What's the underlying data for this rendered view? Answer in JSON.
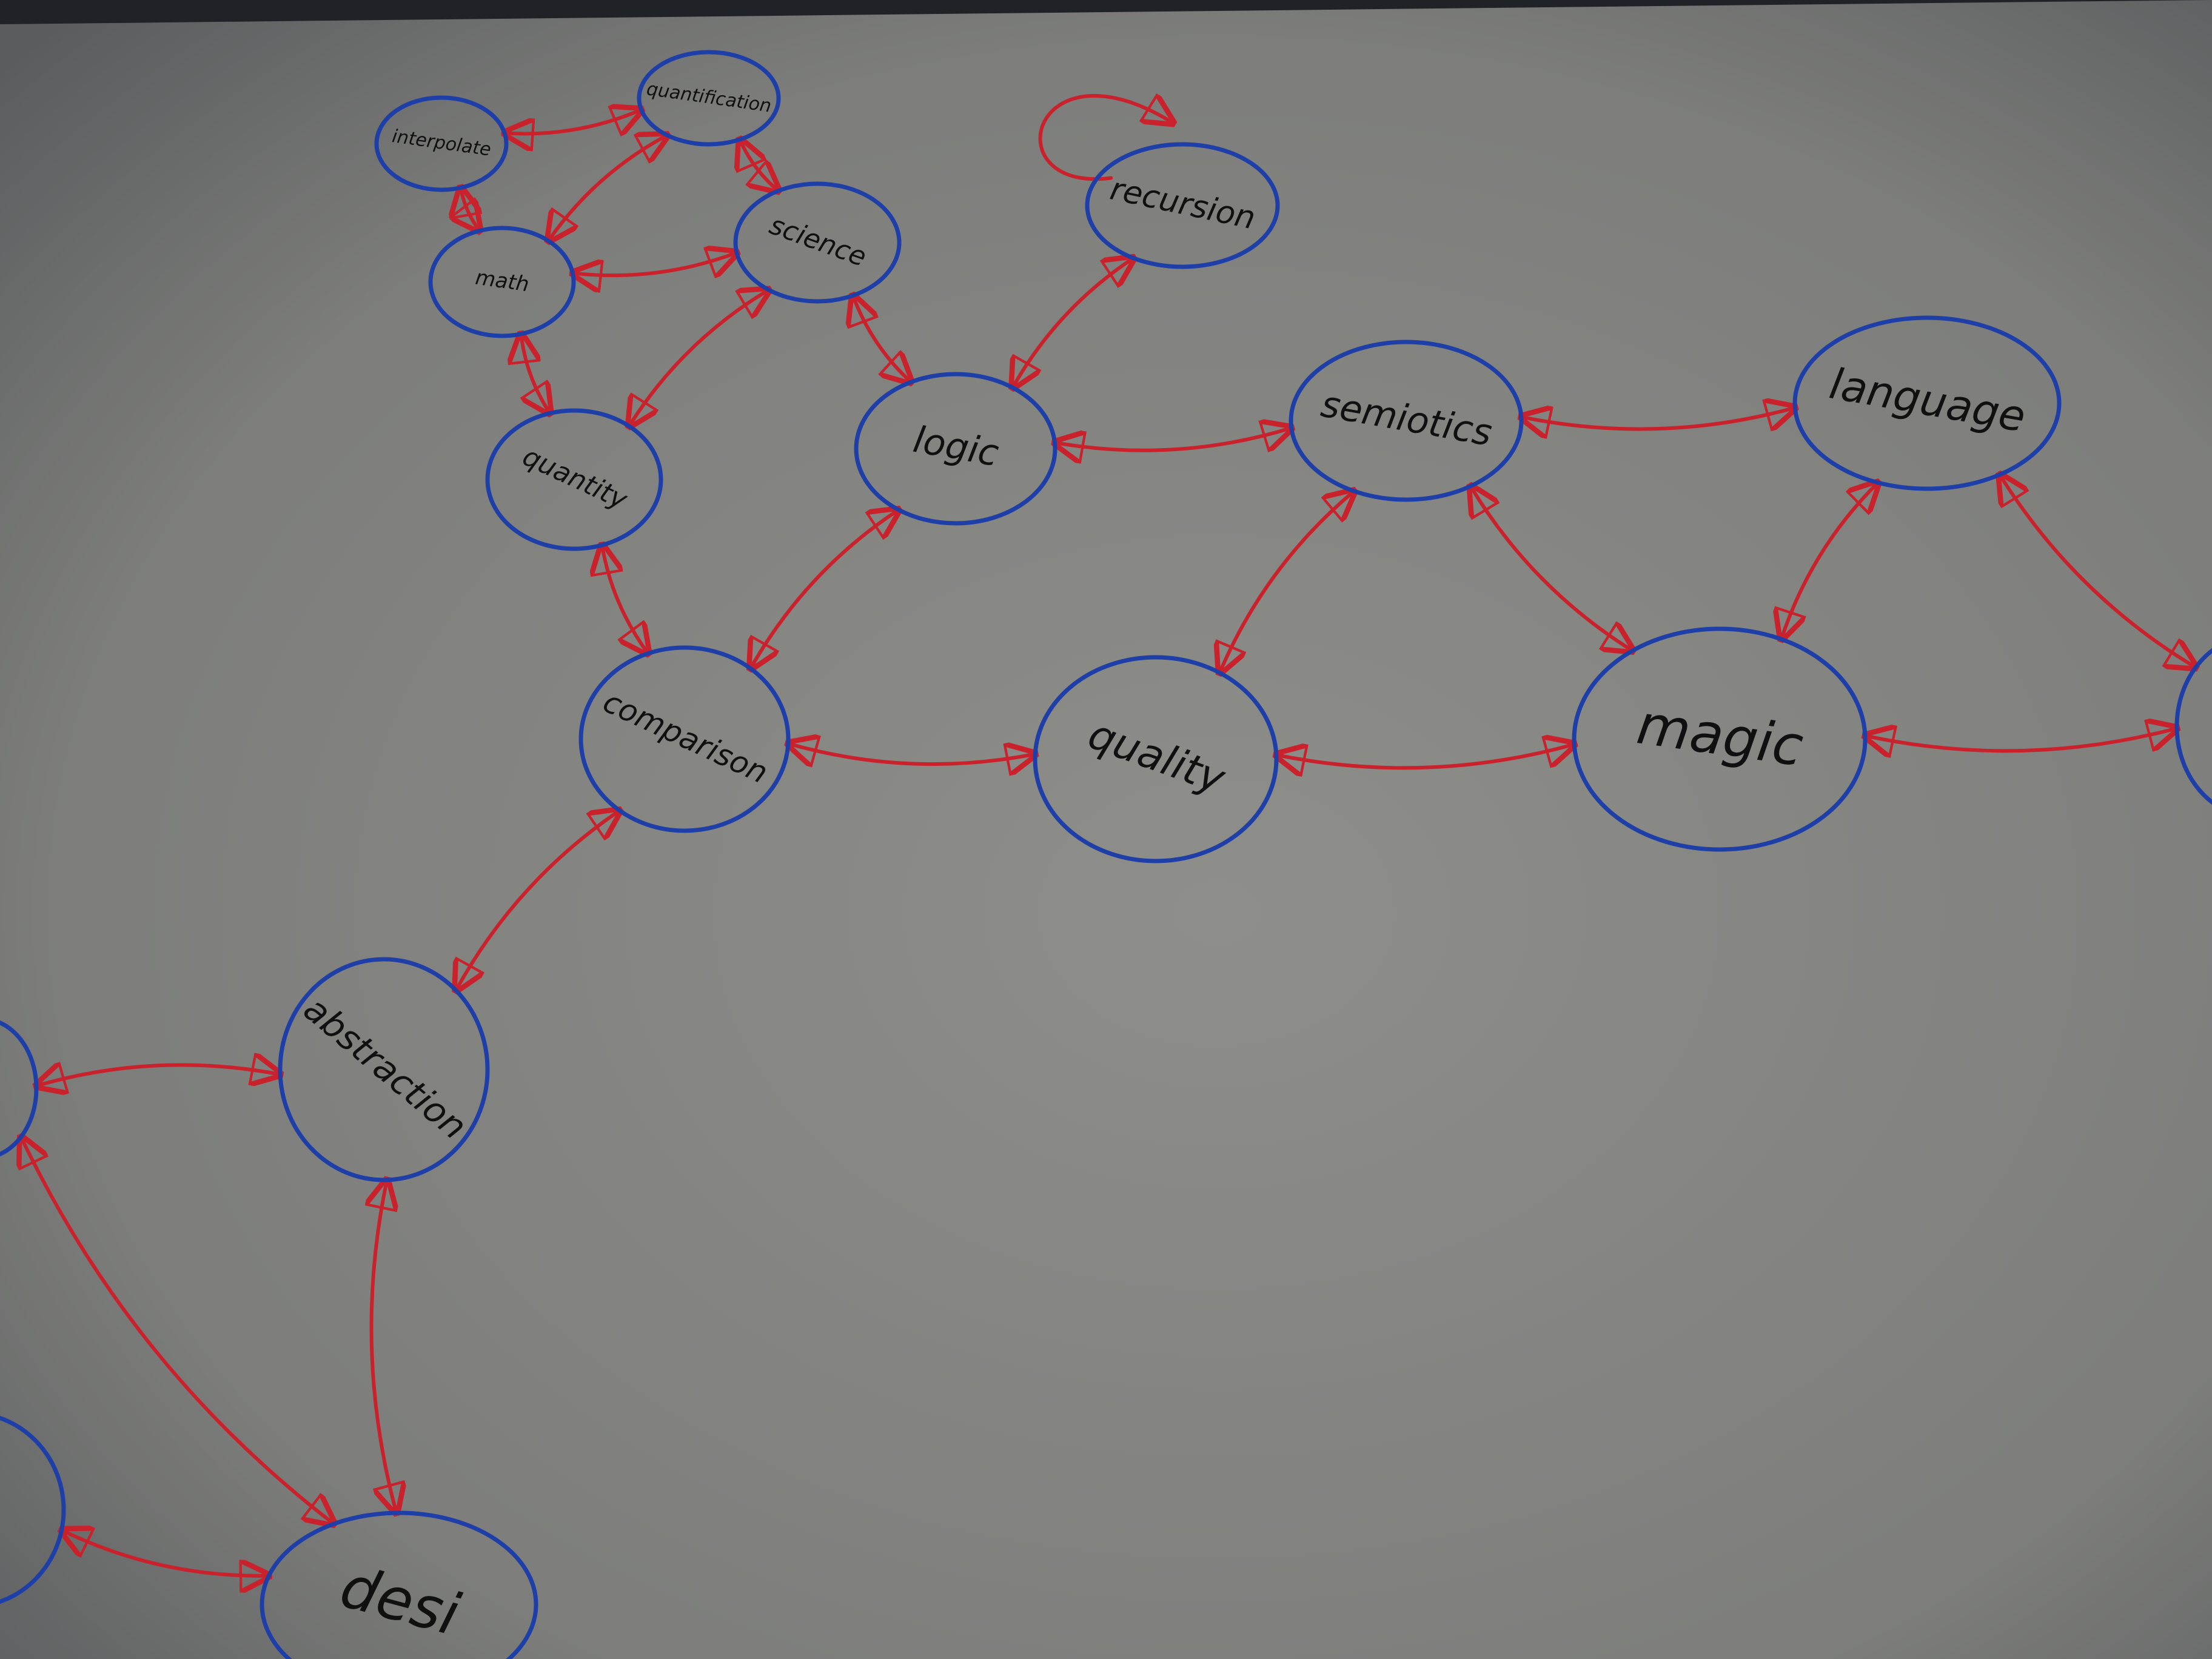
{
  "colors": {
    "paper": "#8b8b87",
    "paper_shadow": "#55585a",
    "background": "#1f2226",
    "node_outline": "#1f3fa8",
    "arrow": "#c9222c",
    "label_ink": "#101010"
  },
  "nodes": [
    {
      "id": "interpolate",
      "label": "interpolate"
    },
    {
      "id": "quantification",
      "label": "quantification"
    },
    {
      "id": "math",
      "label": "math"
    },
    {
      "id": "science",
      "label": "science"
    },
    {
      "id": "quantity",
      "label": "quantity"
    },
    {
      "id": "recursion",
      "label": "recursion"
    },
    {
      "id": "logic",
      "label": "logic"
    },
    {
      "id": "semiotics",
      "label": "semiotics"
    },
    {
      "id": "language",
      "label": "language"
    },
    {
      "id": "comparison",
      "label": "comparison"
    },
    {
      "id": "quality",
      "label": "quality"
    },
    {
      "id": "magic",
      "label": "magic"
    },
    {
      "id": "abstraction",
      "label": "abstraction"
    },
    {
      "id": "desire",
      "label": "desi"
    },
    {
      "id": "offscreen-left-1",
      "label": ""
    },
    {
      "id": "offscreen-left-2",
      "label": ""
    },
    {
      "id": "offscreen-right",
      "label": ""
    }
  ],
  "edges": [
    {
      "from": "interpolate",
      "to": "quantification",
      "type": "bidirectional"
    },
    {
      "from": "interpolate",
      "to": "math",
      "type": "bidirectional"
    },
    {
      "from": "quantification",
      "to": "math",
      "type": "bidirectional"
    },
    {
      "from": "quantification",
      "to": "science",
      "type": "bidirectional"
    },
    {
      "from": "math",
      "to": "science",
      "type": "bidirectional"
    },
    {
      "from": "math",
      "to": "quantity",
      "type": "bidirectional"
    },
    {
      "from": "science",
      "to": "quantity",
      "type": "bidirectional"
    },
    {
      "from": "science",
      "to": "logic",
      "type": "bidirectional"
    },
    {
      "from": "recursion",
      "to": "recursion",
      "type": "self-loop"
    },
    {
      "from": "recursion",
      "to": "logic",
      "type": "bidirectional"
    },
    {
      "from": "logic",
      "to": "semiotics",
      "type": "bidirectional"
    },
    {
      "from": "semiotics",
      "to": "language",
      "type": "bidirectional"
    },
    {
      "from": "quantity",
      "to": "comparison",
      "type": "bidirectional"
    },
    {
      "from": "logic",
      "to": "comparison",
      "type": "bidirectional"
    },
    {
      "from": "semiotics",
      "to": "quality",
      "type": "bidirectional"
    },
    {
      "from": "semiotics",
      "to": "magic",
      "type": "bidirectional"
    },
    {
      "from": "language",
      "to": "magic",
      "type": "bidirectional"
    },
    {
      "from": "comparison",
      "to": "quality",
      "type": "bidirectional"
    },
    {
      "from": "quality",
      "to": "magic",
      "type": "bidirectional"
    },
    {
      "from": "magic",
      "to": "offscreen-right",
      "type": "bidirectional"
    },
    {
      "from": "language",
      "to": "offscreen-right",
      "type": "bidirectional"
    },
    {
      "from": "comparison",
      "to": "abstraction",
      "type": "bidirectional"
    },
    {
      "from": "abstraction",
      "to": "offscreen-left-1",
      "type": "bidirectional"
    },
    {
      "from": "abstraction",
      "to": "desire",
      "type": "bidirectional"
    },
    {
      "from": "offscreen-left-1",
      "to": "desire",
      "type": "bidirectional"
    },
    {
      "from": "offscreen-left-2",
      "to": "desire",
      "type": "bidirectional"
    }
  ]
}
